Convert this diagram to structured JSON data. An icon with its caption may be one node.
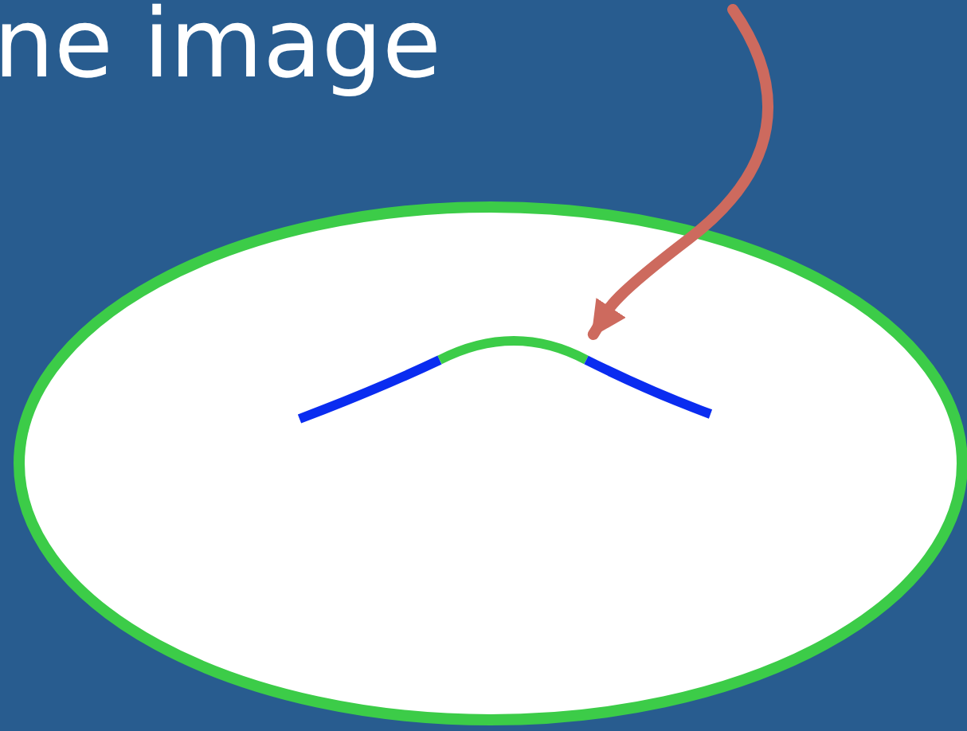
{
  "diagram": {
    "nodes": [
      {
        "text": [],
        "shape": "ellipse"
      },
      {
        "text": [],
        "shape": "curve",
        "in": 0
      }
    ],
    "edges": [
      {
        "from": null,
        "to": 1,
        "arrow": "to"
      }
    ],
    "labels": [
      "ne image"
    ]
  }
}
